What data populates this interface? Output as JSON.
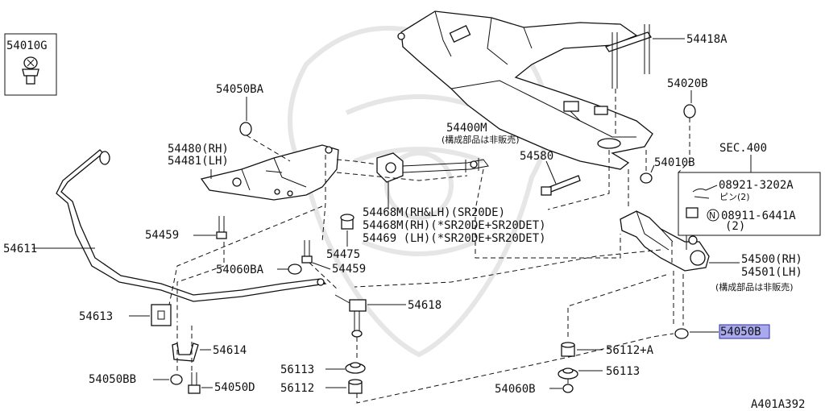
{
  "diagram": {
    "labels": {
      "p54010G": "54010G",
      "p54050BA": "54050BA",
      "p54480": "54480(RH)",
      "p54481": "54481(LH)",
      "p54400M": "54400M",
      "p54400M_note": "(構成部品は非販売)",
      "p54418A": "54418A",
      "p54020B": "54020B",
      "p54580": "54580",
      "p54010B": "54010B",
      "sec400": "SEC.400",
      "p08921": "08921-3202A",
      "pin2": "ピン(2)",
      "n_mark": "N",
      "p08911": "08911-6441A",
      "qty2": "(2)",
      "p54468M_a": "54468M(RH&LH)(SR20DE)",
      "p54468M_b": "54468M(RH)(*SR20DE+SR20DET)",
      "p54469": "54469 (LH)(*SR20DE+SR20DET)",
      "p54611": "54611",
      "p54459a": "54459",
      "p54475": "54475",
      "p54060BA": "54060BA",
      "p54459b": "54459",
      "p54500": "54500(RH)",
      "p54501": "54501(LH)",
      "p54500_note": "(構成部品は非販売)",
      "p54613": "54613",
      "p54618": "54618",
      "p54614": "54614",
      "p54050B": "54050B",
      "p56112A": "56112+A",
      "p54050BB": "54050BB",
      "p54050D": "54050D",
      "p56113a": "56113",
      "p56113b": "56113",
      "p56112": "56112",
      "p54060B": "54060B",
      "ref": "A401A392"
    }
  }
}
